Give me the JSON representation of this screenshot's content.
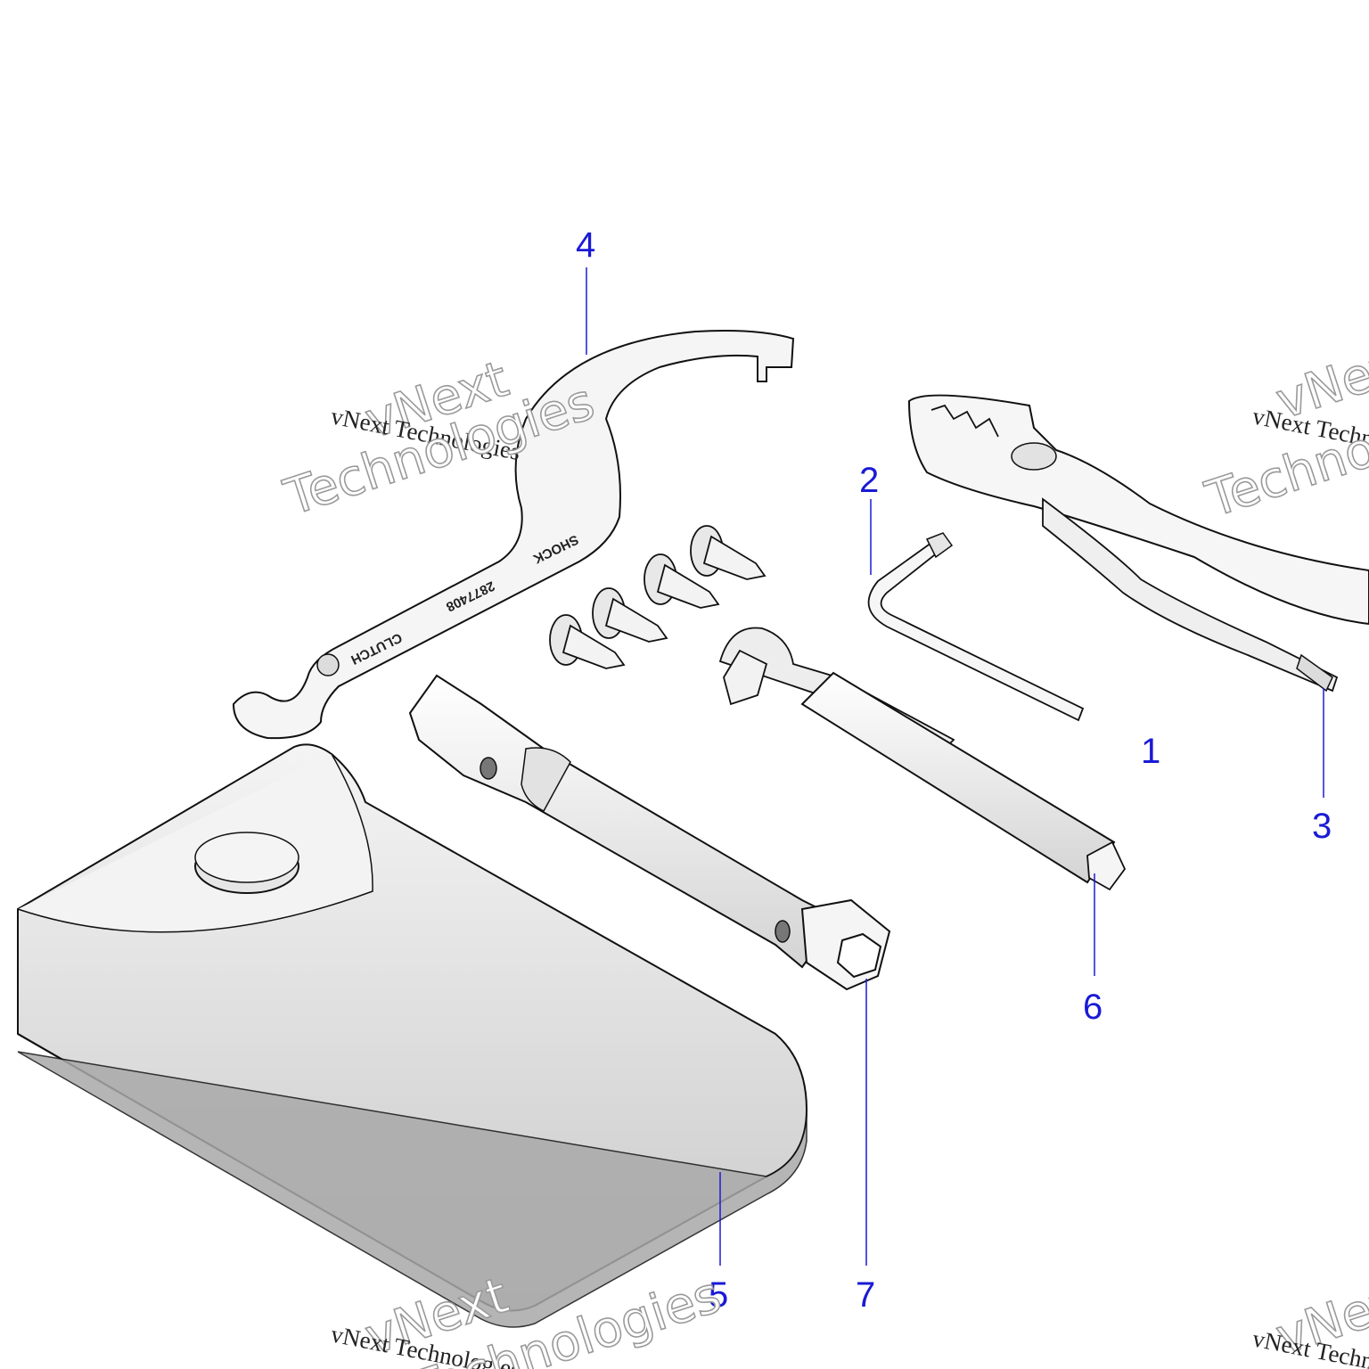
{
  "diagram": {
    "callouts": [
      {
        "id": "1",
        "label": "1",
        "part": "pliers"
      },
      {
        "id": "2",
        "label": "2",
        "part": "hex-key"
      },
      {
        "id": "3",
        "label": "3",
        "part": "pliers-tip"
      },
      {
        "id": "4",
        "label": "4",
        "part": "spanner-wrench"
      },
      {
        "id": "5",
        "label": "5",
        "part": "tool-pouch"
      },
      {
        "id": "6",
        "label": "6",
        "part": "driver-handle"
      },
      {
        "id": "7",
        "label": "7",
        "part": "spark-plug-socket"
      }
    ],
    "wrench_markings": {
      "clutch": "CLUTCH",
      "part_no": "2877408",
      "shock": "SHOCK"
    }
  },
  "watermark": {
    "brand_short": "vNext",
    "brand_word": "Technologies",
    "brand_full": "vNext Technologies"
  },
  "colors": {
    "callout": "#1a1ad6",
    "part_fill": "#f2f2f2",
    "part_shade": "#d2d2d2",
    "outline": "#111111"
  }
}
